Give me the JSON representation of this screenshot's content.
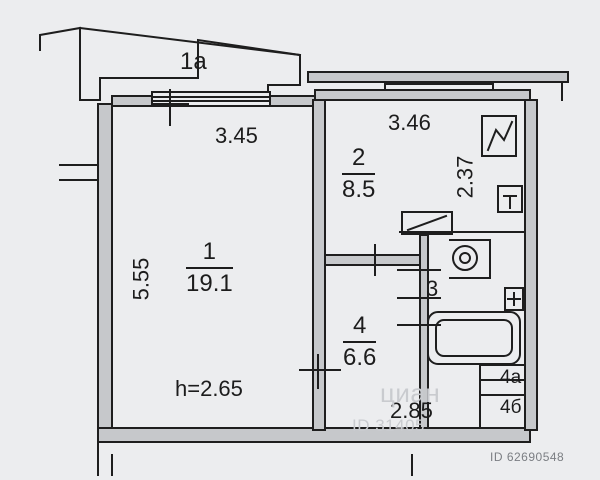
{
  "labels": {
    "balcony": "1a",
    "room1_width": "3.45",
    "room2_width": "3.46",
    "room1_number": "1",
    "room1_area": "19.1",
    "room1_length": "5.55",
    "room2_number": "2",
    "room2_area": "8.5",
    "room2_length": "2.37",
    "room3_number": "3",
    "room4_number": "4",
    "room4_area": "6.6",
    "room4_width": "2.85",
    "room4a_number": "4a",
    "room4b_number": "4б",
    "ceiling_height": "h=2.65"
  },
  "watermark": {
    "brand": "циан",
    "id_main": "ID 31405",
    "id_footer": "ID 62690548"
  },
  "colors": {
    "wall": "#1e1e1e",
    "fill": "#c6c8cb",
    "background": "#ecedef"
  }
}
